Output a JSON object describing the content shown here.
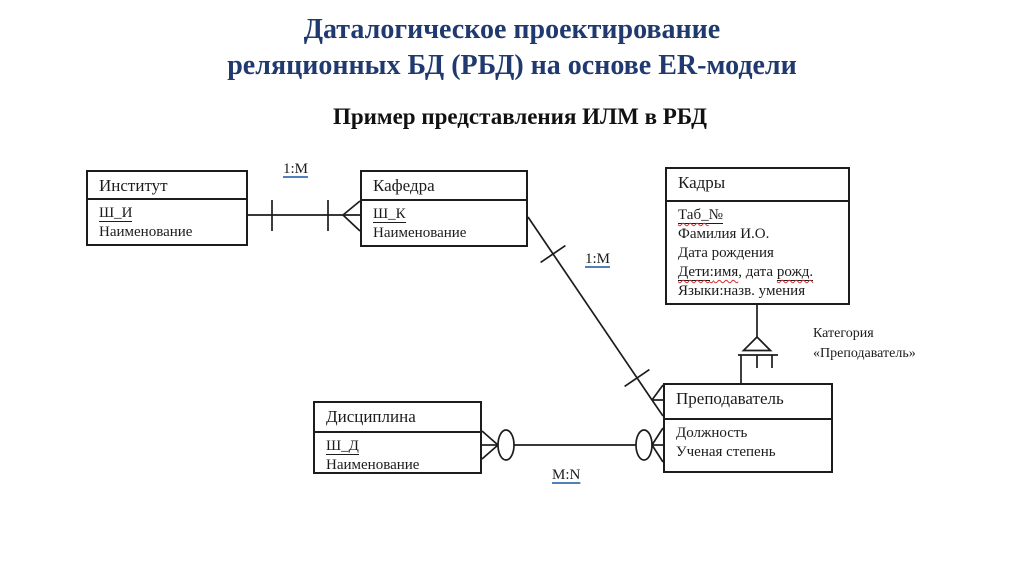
{
  "slide": {
    "title_line1": "Даталогическое проектирование",
    "title_line2": "реляционных БД (РБД) на основе ER-модели",
    "subtitle": "Пример представления ИЛМ в РБД",
    "title_color": "#203a70",
    "label_underline_color": "#4f81bd",
    "spellcheck_color": "#d42a2a"
  },
  "diagram": {
    "entities": [
      {
        "id": "institut",
        "title": "Институт",
        "attrs": [
          [
            {
              "t": "Ш_И",
              "u": true
            }
          ],
          [
            {
              "t": "Наименование"
            }
          ]
        ]
      },
      {
        "id": "kafedra",
        "title": "Кафедра",
        "attrs": [
          [
            {
              "t": "Ш_К",
              "u": true
            }
          ],
          [
            {
              "t": "Наименование"
            }
          ]
        ]
      },
      {
        "id": "kadry",
        "title": "Кадры",
        "attrs": [
          [
            {
              "t": "Таб_",
              "u": true,
              "w": true
            },
            {
              "t": "№",
              "u": true
            }
          ],
          [
            {
              "t": "Фамилия И.О."
            }
          ],
          [
            {
              "t": "Дата рождения"
            }
          ],
          [
            {
              "t": "Дети",
              "u": true,
              "w": true
            },
            {
              "t": ":",
              "w": true
            },
            {
              "t": "имя",
              "w": true
            },
            {
              "t": ", дата "
            },
            {
              "t": "рожд.",
              "u": true,
              "w": true
            }
          ],
          [
            {
              "t": "Языки:назв. умения"
            }
          ]
        ]
      },
      {
        "id": "prepodavatel",
        "title": "Преподаватель",
        "attrs": [
          [
            {
              "t": "Должность"
            }
          ],
          [
            {
              "t": "Ученая степень"
            }
          ]
        ]
      },
      {
        "id": "disciplina",
        "title": "Дисциплина",
        "attrs": [
          [
            {
              "t": "Ш_Д",
              "u": true
            }
          ],
          [
            {
              "t": "Наименование"
            }
          ]
        ]
      }
    ],
    "labels": {
      "rel_institut_kafedra": "1:М",
      "rel_kafedra_prepodavatel": "1:М",
      "rel_disciplina_prepodavatel": "M:N",
      "category_line1": "Категория",
      "category_line2": "«Преподаватель»"
    }
  }
}
